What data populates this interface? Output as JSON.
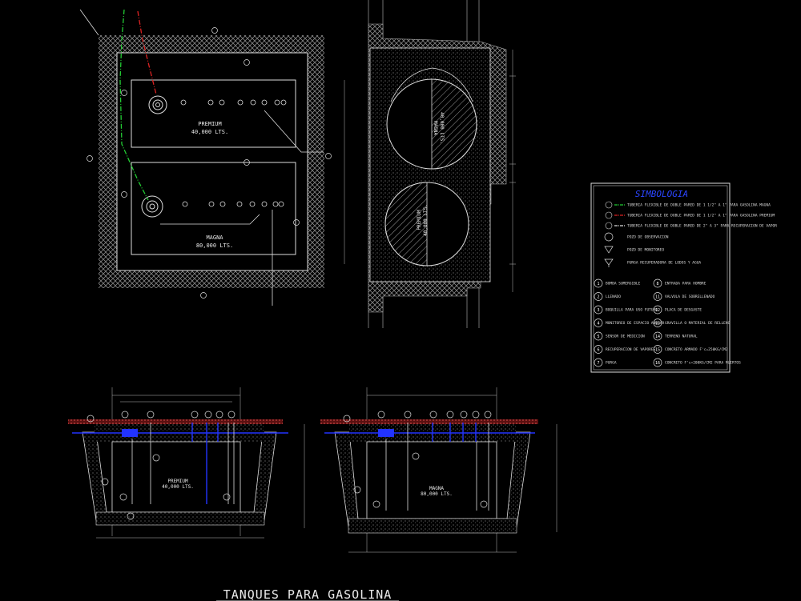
{
  "drawing_title": "TANQUES PARA GASOLINA",
  "plan": {
    "tank_premium": {
      "name": "PREMIUM",
      "capacity": "40,000 LTS."
    },
    "tank_magna": {
      "name": "MAGNA",
      "capacity": "80,000 LTS."
    }
  },
  "section": {
    "tank_top_label": "MAGNA",
    "tank_top_capacity": "40,000 LTS.",
    "tank_bottom_label": "PREMIUM",
    "tank_bottom_capacity": "40,000 LTS."
  },
  "elevation_premium": {
    "name": "PREMIUM",
    "capacity": "40,000 LTS."
  },
  "elevation_magna": {
    "name": "MAGNA",
    "capacity": "80,000 LTS."
  },
  "legend": {
    "title": "SIMBOLOGIA",
    "line_items": [
      {
        "color": "#22cc33",
        "text": "TUBERIA FLEXIBLE DE DOBLE PARED DE 1 1/2\" A 1\" PARA GASOLINA MAGNA"
      },
      {
        "color": "#dd2222",
        "text": "TUBERIA FLEXIBLE DE DOBLE PARED DE 1 1/2\" A 1\" PARA GASOLINA PREMIUM"
      },
      {
        "color": "#dddddd",
        "text": "TUBERIA FLEXIBLE DE DOBLE PARED DE 2\" A 3\" PARA RECUPERACION DE VAPOR"
      }
    ],
    "symbols": [
      {
        "text": "POZO DE OBSERVACION"
      },
      {
        "text": "POZO DE MONITOREO"
      },
      {
        "text": "PURGA RECUPERADORA DE LODOS Y AGUA"
      }
    ],
    "numbered": [
      {
        "n": "1",
        "text": "BOMBA SUMERGIBLE"
      },
      {
        "n": "2",
        "text": "LLENADO"
      },
      {
        "n": "3",
        "text": "BOQUILLA PARA USO FUTURO"
      },
      {
        "n": "4",
        "text": "MONITOREO DE ESPACIO ANULAR"
      },
      {
        "n": "5",
        "text": "SENSOR DE MEDICION"
      },
      {
        "n": "6",
        "text": "RECUPERACION DE VAPORES"
      },
      {
        "n": "7",
        "text": "PURGA"
      },
      {
        "n": "8",
        "text": "ENTRADA PARA HOMBRE"
      },
      {
        "n": "11",
        "text": "VALVULA DE SOBRELLENADO"
      },
      {
        "n": "12",
        "text": "PLACA DE DESGASTE"
      },
      {
        "n": "13",
        "text": "GRAVILLA O MATERIAL DE RELLENO"
      },
      {
        "n": "14",
        "text": "TERRENO NATURAL"
      },
      {
        "n": "15",
        "text": "CONCRETO ARMADO F'c=250KG/CM2"
      },
      {
        "n": "16",
        "text": "CONCRETO F'c=200KG/CM2 PARA MUERTOS"
      }
    ]
  },
  "colors": {
    "background": "#000000",
    "line": "#e8e8e8",
    "magna_pipe": "#22cc33",
    "premium_pipe": "#dd2222",
    "blue_pipe": "#2233ff",
    "slab": "#e05050"
  }
}
